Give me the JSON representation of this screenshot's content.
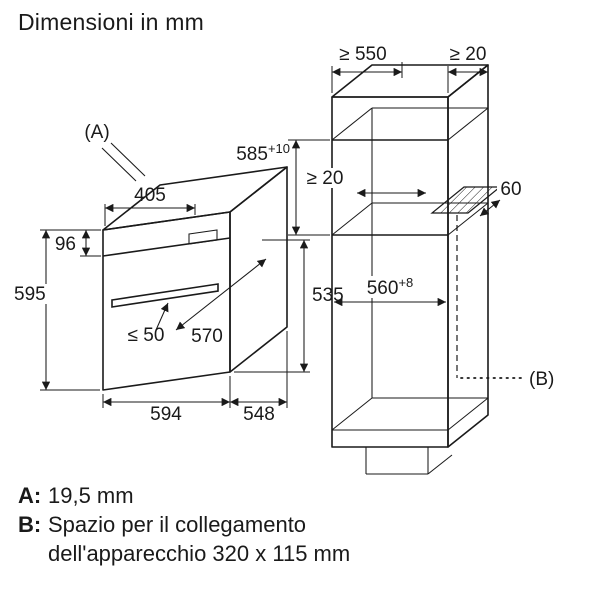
{
  "title": "Dimensioni in mm",
  "colors": {
    "line": "#1a1a1a",
    "background": "#ffffff"
  },
  "diagram": {
    "marker_a": "(A)",
    "marker_b": "(B)",
    "oven": {
      "top_depth": "405",
      "panel_height": "96",
      "height": "595",
      "handle_clearance": "≤ 50",
      "depth": "570",
      "width": "594",
      "body_depth": "548",
      "rear_height": "535"
    },
    "cabinet": {
      "min_depth": "≥ 550",
      "top_gap": "≥ 20",
      "niche_height": "585",
      "niche_height_tol": "+10",
      "rear_gap": "≥ 20",
      "vent_depth": "60",
      "niche_depth": "560",
      "niche_depth_tol": "+8"
    }
  },
  "legend": {
    "a_key": "A:",
    "a_value": "19,5 mm",
    "b_key": "B:",
    "b_value": "Spazio per il collegamento dell'apparecchio 320 x 115 mm"
  }
}
